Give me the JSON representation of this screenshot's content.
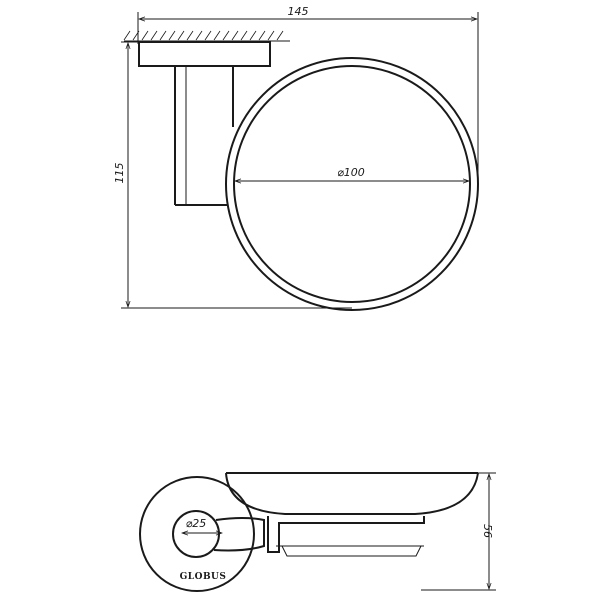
{
  "top_view": {
    "width_dim": "145",
    "height_dim": "115",
    "diameter_dim": "⌀100"
  },
  "side_view": {
    "stem_diameter_dim": "⌀25",
    "height_dim": "56",
    "brand": "GLOBUS"
  }
}
